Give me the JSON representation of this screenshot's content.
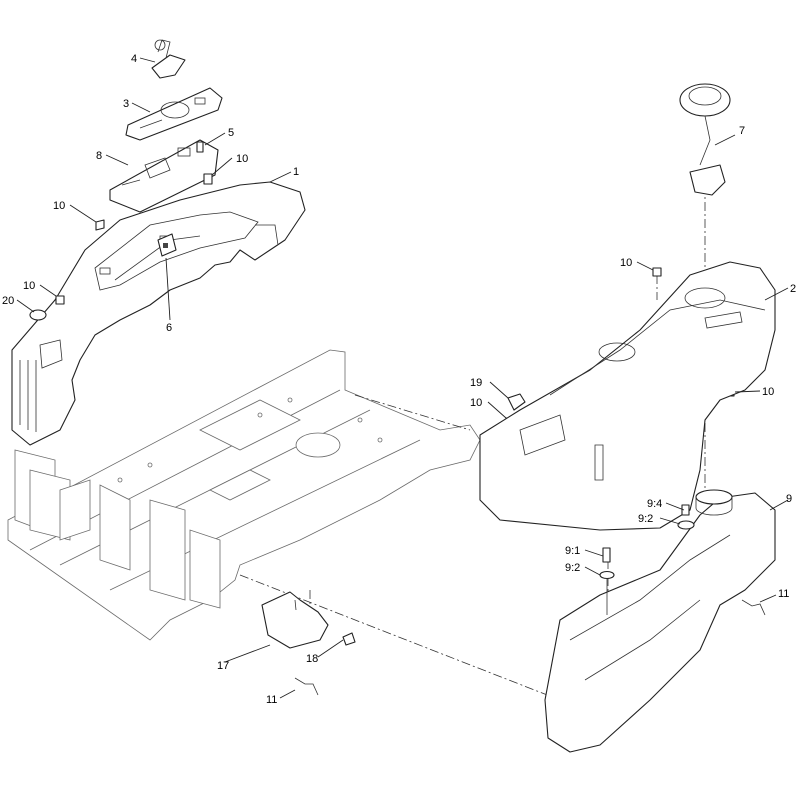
{
  "callouts": {
    "c1": "1",
    "c2": "2",
    "c3": "3",
    "c4": "4",
    "c5": "5",
    "c6": "6",
    "c7": "7",
    "c8": "8",
    "c9": "9",
    "c9_1": "9:1",
    "c9_2a": "9:2",
    "c9_2b": "9:2",
    "c9_4": "9:4",
    "c10a": "10",
    "c10b": "10",
    "c10c": "10",
    "c10d": "10",
    "c10e": "10",
    "c10f": "10",
    "c11a": "11",
    "c11b": "11",
    "c17": "17",
    "c18": "18",
    "c19": "19",
    "c20": "20"
  },
  "colors": {
    "line": "#222222",
    "background": "#ffffff",
    "frame": "#6a6a6a"
  }
}
